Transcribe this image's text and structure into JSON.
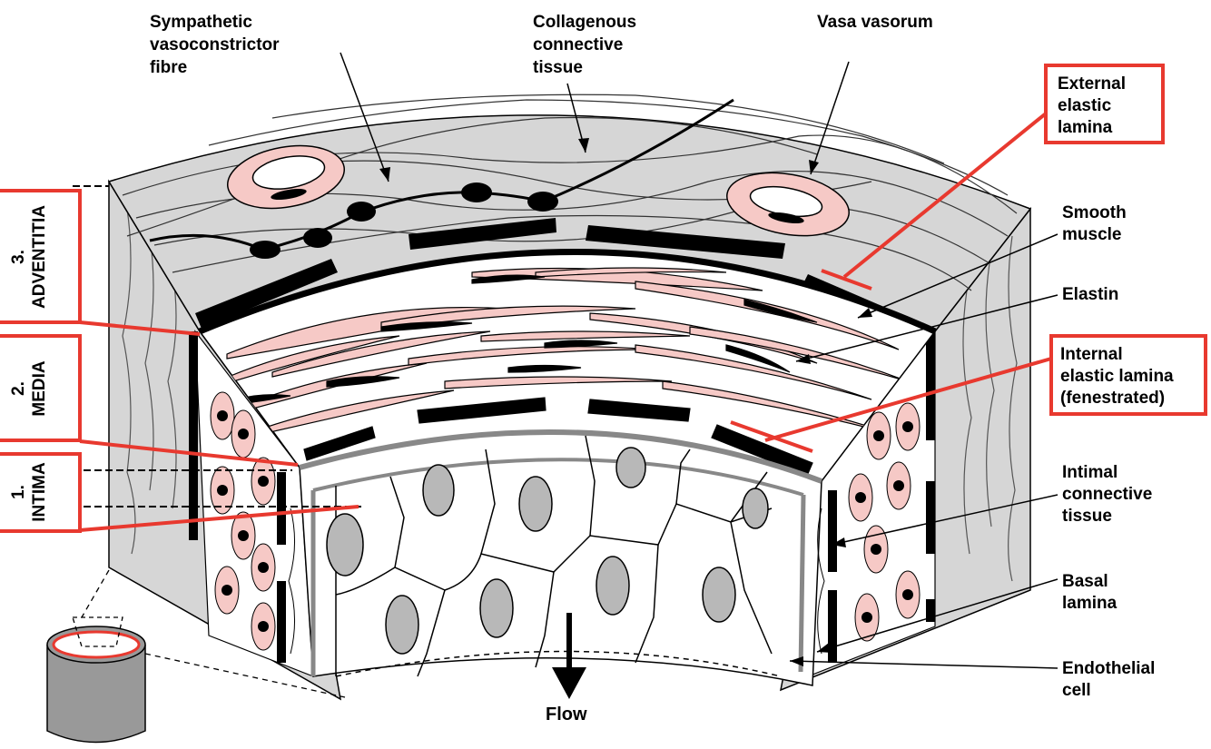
{
  "labels": {
    "sympathetic": [
      "Sympathetic",
      "vasoconstrictor",
      "fibre"
    ],
    "collagenous": [
      "Collagenous",
      "connective",
      "tissue"
    ],
    "vasa_vasorum": "Vasa vasorum",
    "external_elastic": [
      "External",
      "elastic",
      "lamina"
    ],
    "smooth_muscle": [
      "Smooth",
      "muscle"
    ],
    "elastin": "Elastin",
    "internal_elastic": [
      "Internal",
      "elastic lamina",
      "(fenestrated)"
    ],
    "intimal_ct": [
      "Intimal",
      "connective",
      "tissue"
    ],
    "basal_lamina": [
      "Basal",
      "lamina"
    ],
    "endothelial": [
      "Endothelial",
      "cell"
    ],
    "flow": "Flow"
  },
  "layers": {
    "adventitia": [
      "3.",
      "ADVENTITIA"
    ],
    "media": [
      "2.",
      "MEDIA"
    ],
    "intima": [
      "1.",
      "INTIMA"
    ]
  },
  "colors": {
    "highlight": "#e8392f",
    "tissue_grey": "#d6d6d6",
    "muscle_pink": "#f6c9c6",
    "nucleus_grey": "#b8b8b8",
    "ink": "#000000"
  }
}
